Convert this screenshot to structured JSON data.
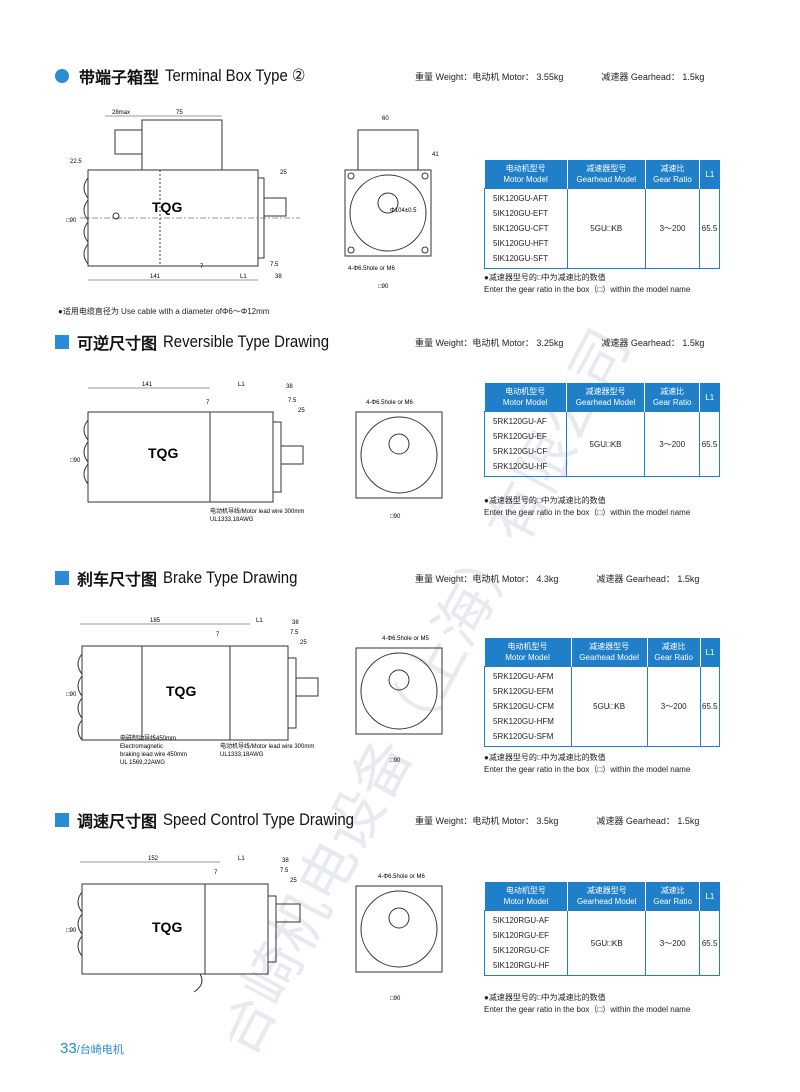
{
  "sections": [
    {
      "cn": "带端子箱型",
      "en": "Terminal Box Type ②",
      "weight_label": "重量 Weight：电动机 Motor： 3.55kg",
      "gear_label": "减速器 Gearhead： 1.5kg",
      "header": [
        "电动机型号",
        "Motor Model",
        "减速器型号",
        "Gearhead Model",
        "减速比",
        "Gear Ratio",
        "L1"
      ],
      "models": [
        "5IK120GU-AFT",
        "5IK120GU-EFT",
        "5IK120GU-CFT",
        "5IK120GU-HFT",
        "5IK120GU-SFT"
      ],
      "gearhead": "5GU□KB",
      "ratio": "3～200",
      "l1": "65.5",
      "note_cn": "●减速器型号的□中为减速比的数值",
      "note_en": "Enter the gear ratio in the box（□）within the model name",
      "dims": {
        "a": "28max",
        "b": "75",
        "c": "22.5",
        "d": "141",
        "e": "7",
        "f": "L1",
        "g": "38",
        "h": "25",
        "i": "7.5",
        "j": "60",
        "k": "41",
        "hole": "4-Φ6.5hole or M6",
        "sq": "□90",
        "pcd": "Φ104±0.5"
      }
    },
    {
      "cn": "可逆尺寸图",
      "en": "Reversible Type Drawing",
      "weight_label": "重量 Weight：电动机 Motor： 3.25kg",
      "gear_label": "减速器 Gearhead： 1.5kg",
      "header": [
        "电动机型号",
        "Motor Model",
        "减速器型号",
        "Gearhead Model",
        "减速比",
        "Gear Ratio",
        "L1"
      ],
      "models": [
        "5RK120GU-AF",
        "5RK120GU-EF",
        "5RK120GU-CF",
        "5RK120GU-HF"
      ],
      "gearhead": "5GU□KB",
      "ratio": "3～200",
      "l1": "65.5",
      "note_cn": "●减速器型号的□中为减速比的数值",
      "note_en": "Enter the gear ratio in the box（□）within the model name",
      "dims": {
        "d": "141",
        "e": "7",
        "f": "L1",
        "g": "38",
        "h": "25",
        "i": "7.5",
        "hole": "4-Φ6.5hole or M6",
        "sq": "□90",
        "lead": "电动机导线/Motor lead wire 300mm",
        "lead2": "UL1333,18AWG"
      }
    },
    {
      "cn": "刹车尺寸图",
      "en": "Brake Type Drawing",
      "weight_label": "重量 Weight：电动机 Motor： 4.3kg",
      "gear_label": "减速器 Gearhead： 1.5kg",
      "header": [
        "电动机型号",
        "Motor Model",
        "减速器型号",
        "Gearhead Model",
        "减速比",
        "Gear Ratio",
        "L1"
      ],
      "models": [
        "5RK120GU-AFM",
        "5RK120GU-EFM",
        "5RK120GU-CFM",
        "5RK120GU-HFM",
        "5RK120GU-SFM"
      ],
      "gearhead": "5GU□KB",
      "ratio": "3～200",
      "l1": "65.5",
      "note_cn": "●减速器型号的□中为减速比的数值",
      "note_en": "Enter the gear ratio in the box（□）within the model name",
      "dims": {
        "d": "185",
        "e": "7",
        "f": "L1",
        "g": "38",
        "h": "25",
        "i": "7.5",
        "hole": "4-Φ6.5hole or M5",
        "sq": "□90",
        "lead": "电动机导线/Motor lead wire 300mm",
        "lead2": "UL1333,18AWG",
        "brake1": "电磁制动导线450mm",
        "brake2": "Electromagnetic",
        "brake3": "braking lead wire 450mm",
        "brake4": "UL 1569,22AWG"
      }
    },
    {
      "cn": "调速尺寸图",
      "en": "Speed Control Type Drawing",
      "weight_label": "重量 Weight：电动机 Motor： 3.5kg",
      "gear_label": "减速器 Gearhead： 1.5kg",
      "header": [
        "电动机型号",
        "Motor Model",
        "减速器型号",
        "Gearhead Model",
        "减速比",
        "Gear Ratio",
        "L1"
      ],
      "models": [
        "5IK120RGU-AF",
        "5IK120RGU-EF",
        "5IK120RGU-CF",
        "5IK120RGU-HF"
      ],
      "gearhead": "5GU□KB",
      "ratio": "3～200",
      "l1": "65.5",
      "note_cn": "●减速器型号的□中为减速比的数值",
      "note_en": "Enter the gear ratio in the box（□）within the model name",
      "dims": {
        "d": "152",
        "e": "7",
        "f": "L1",
        "g": "38",
        "h": "25",
        "i": "7.5",
        "hole": "4-Φ6.5hole or M6",
        "sq": "□90"
      }
    }
  ],
  "cable_note": "●适用电缆直径为 Use cable with a diameter ofΦ6～Φ12mm",
  "brand": "TQG",
  "footer": {
    "page": "33",
    "company": "/台崎电机"
  },
  "watermark": "台崎机电设备（上海）有限公司"
}
